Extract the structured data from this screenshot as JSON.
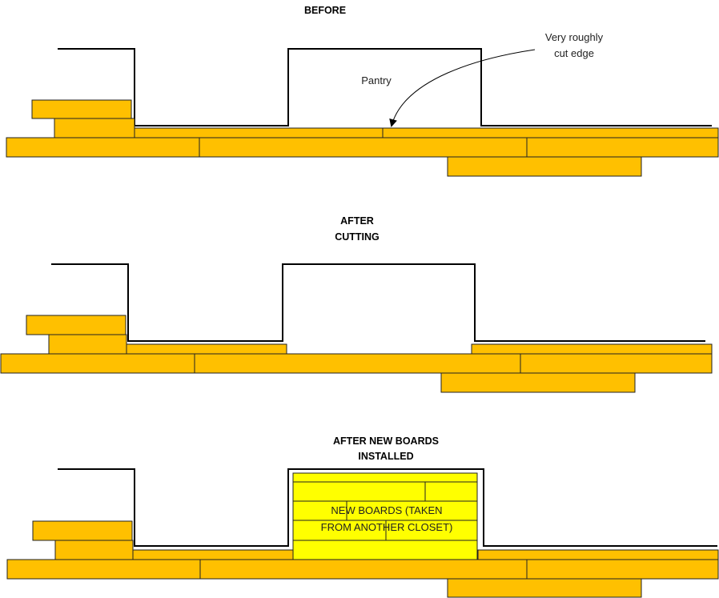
{
  "colors": {
    "old_board": "#FFC000",
    "new_board": "#FFFF00",
    "outline": "#000000",
    "board_edge": "#222222"
  },
  "before": {
    "heading": "BEFORE",
    "pantry_label": "Pantry",
    "annotation_line1": "Very roughly",
    "annotation_line2": "cut edge"
  },
  "after_cutting": {
    "heading_line1": "AFTER",
    "heading_line2": "CUTTING"
  },
  "after_new_boards": {
    "heading_line1": "AFTER NEW BOARDS",
    "heading_line2": "INSTALLED",
    "new_boards_line1": "NEW BOARDS (TAKEN",
    "new_boards_line2": "FROM ANOTHER CLOSET)"
  }
}
